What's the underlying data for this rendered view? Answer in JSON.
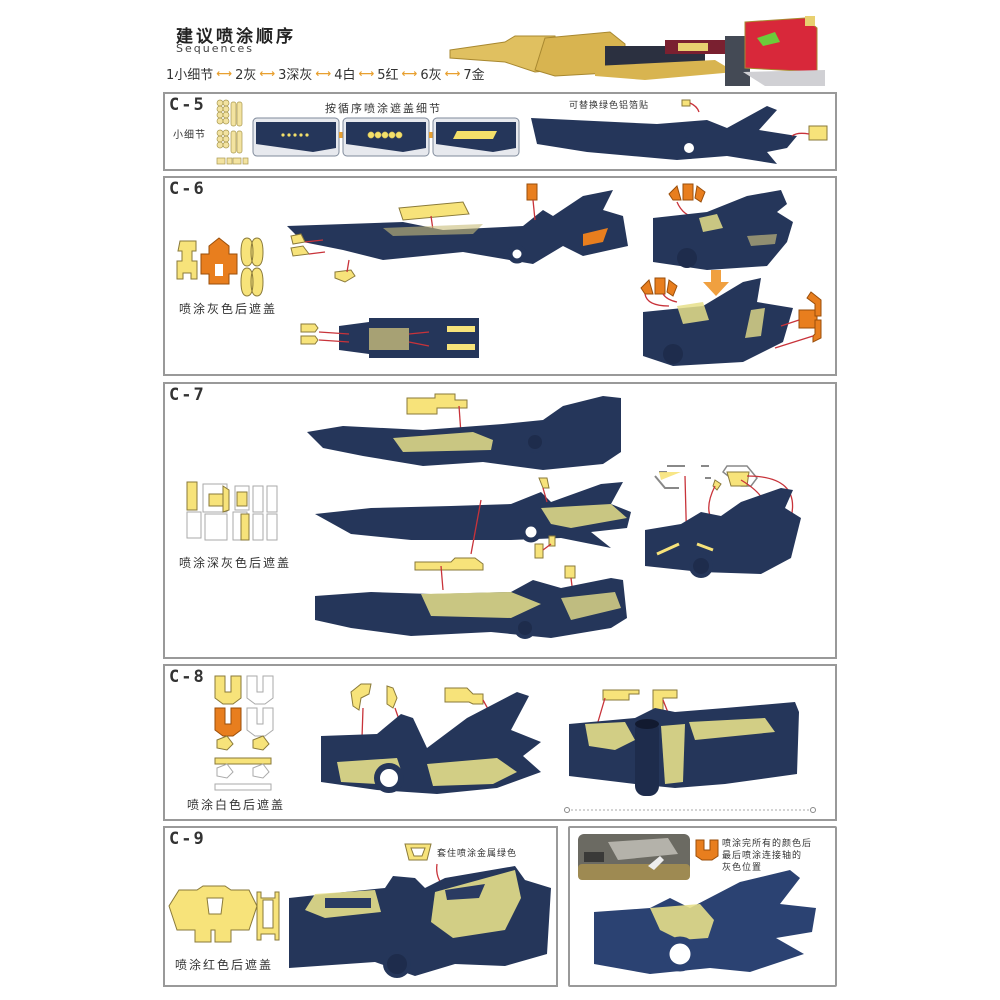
{
  "header": {
    "title": "建议喷涂顺序",
    "subtitle": "Sequences",
    "sequence": [
      {
        "step": "1小细节"
      },
      {
        "step": "2灰"
      },
      {
        "step": "3深灰"
      },
      {
        "step": "4白"
      },
      {
        "step": "5红"
      },
      {
        "step": "6灰"
      },
      {
        "step": "7金"
      }
    ],
    "arrow_glyph": "⟷"
  },
  "colors": {
    "navy_part": "#25365a",
    "mask_yellow": "#f7e37a",
    "mask_orange": "#e87e1e",
    "leader_red": "#c8333a",
    "panel_border": "#999999",
    "arrow_orange": "#e8a030"
  },
  "panels": {
    "c5": {
      "label": "C-5",
      "side_caption": "小细节",
      "center_caption": "按循序喷涂遮盖细节",
      "right_caption": "可替换绿色铝箔贴"
    },
    "c6": {
      "label": "C-6",
      "side_caption": "喷涂灰色后遮盖"
    },
    "c7": {
      "label": "C-7",
      "side_caption": "喷涂深灰色后遮盖"
    },
    "c8": {
      "label": "C-8",
      "side_caption": "喷涂白色后遮盖"
    },
    "c9": {
      "label": "C-9",
      "side_caption": "喷涂红色后遮盖",
      "callout": "套住喷涂金属绿色"
    },
    "final_note": {
      "line1": "喷涂完所有的颜色后",
      "line2": "最后喷涂连接轴的",
      "line3": "灰色位置"
    }
  }
}
